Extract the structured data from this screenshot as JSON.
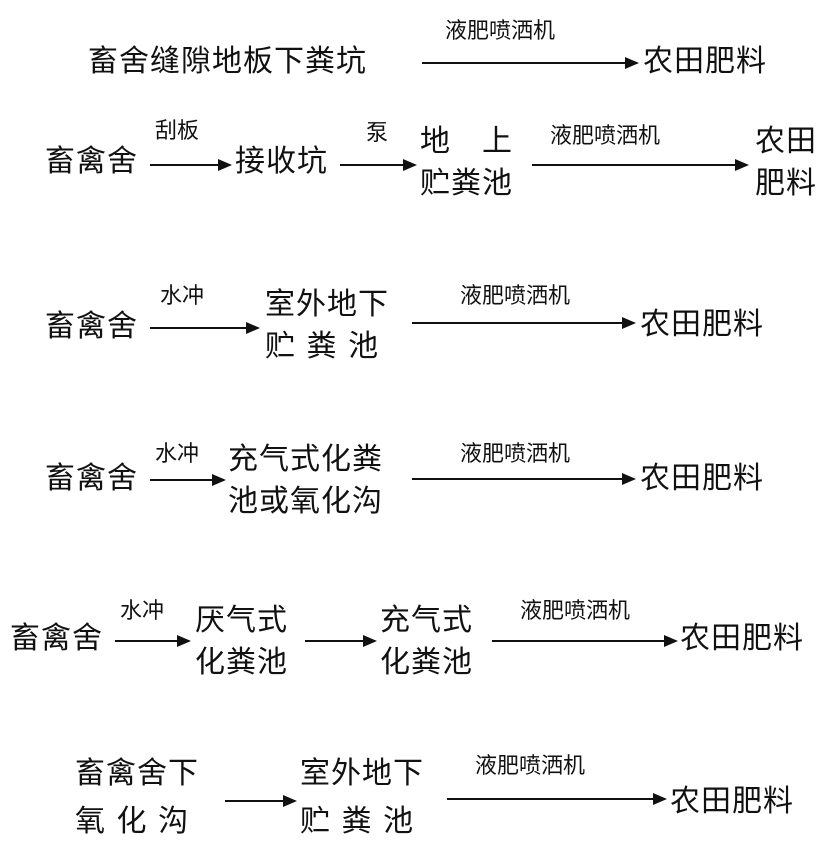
{
  "flows": [
    {
      "nodes": [
        "畜舍缝隙地板下粪坑",
        "农田肥料"
      ],
      "arrows": [
        "液肥喷洒机"
      ]
    },
    {
      "nodes": [
        "畜禽舍",
        "接收坑",
        "地　上",
        "贮粪池",
        "农田",
        "肥料"
      ],
      "arrows": [
        "刮板",
        "泵",
        "液肥喷洒机"
      ]
    },
    {
      "nodes": [
        "畜禽舍",
        "室外地下",
        "贮 粪 池",
        "农田肥料"
      ],
      "arrows": [
        "水冲",
        "液肥喷洒机"
      ]
    },
    {
      "nodes": [
        "畜禽舍",
        "充气式化粪",
        "池或氧化沟",
        "农田肥料"
      ],
      "arrows": [
        "水冲",
        "液肥喷洒机"
      ]
    },
    {
      "nodes": [
        "畜禽舍",
        "厌气式",
        "化粪池",
        "充气式",
        "化粪池",
        "农田肥料"
      ],
      "arrows": [
        "水冲",
        "液肥喷洒机"
      ]
    },
    {
      "nodes": [
        "畜禽舍下",
        "氧 化 沟",
        "室外地下",
        "贮 粪 池",
        "农田肥料"
      ],
      "arrows": [
        "液肥喷洒机"
      ]
    }
  ]
}
